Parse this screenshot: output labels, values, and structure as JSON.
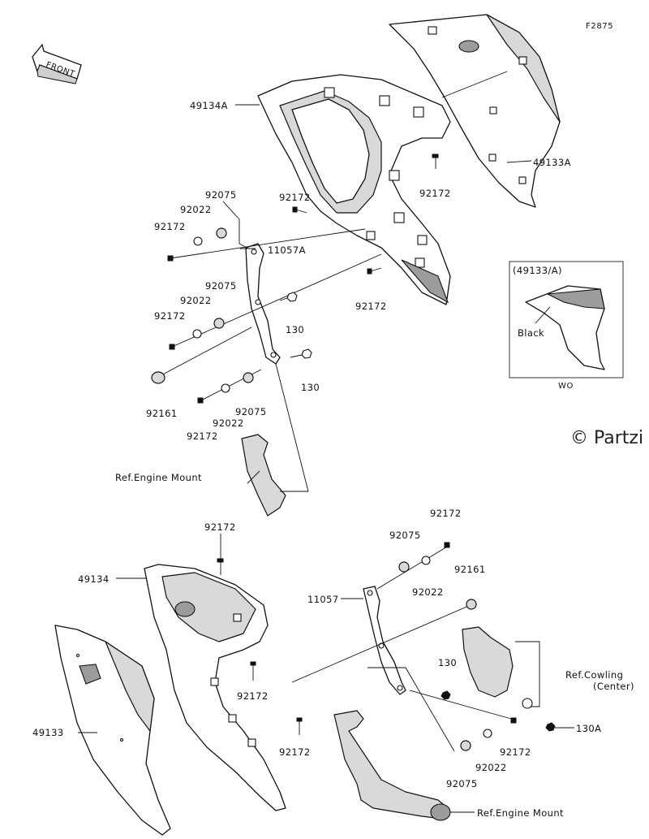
{
  "figure_code": "F2875",
  "front_label": "FRONT",
  "watermark": "© Partzi",
  "inset": {
    "title": "(49133/A)",
    "color_label": "Black",
    "region": "WO"
  },
  "labels": {
    "p49134A": "49134A",
    "p49133A": "49133A",
    "p92172_a": "92172",
    "p92172_b": "92172",
    "p92075_a": "92075",
    "p92022_a": "92022",
    "p92172_c": "92172",
    "p11057A": "11057A",
    "p92172_d": "92172",
    "p92075_b": "92075",
    "p92022_b": "92022",
    "p92172_e": "92172",
    "p130_a": "130",
    "p130_b": "130",
    "p92161_a": "92161",
    "p92075_c": "92075",
    "p92022_c": "92022",
    "p92172_f": "92172",
    "ref_engine_mount_a": "Ref.Engine Mount",
    "p92172_g": "92172",
    "p49134": "49134",
    "p92172_h": "92172",
    "p92075_d": "92075",
    "p92022_d": "92022",
    "p92161_b": "92161",
    "p11057": "11057",
    "p130_c": "130",
    "p92172_i": "92172",
    "ref_cowling_1": "Ref.Cowling",
    "ref_cowling_2": "(Center)",
    "p49133": "49133",
    "p92172_j": "92172",
    "p130A": "130A",
    "p92172_k": "92172",
    "p92022_e": "92022",
    "p92075_e": "92075",
    "ref_engine_mount_b": "Ref.Engine Mount"
  }
}
